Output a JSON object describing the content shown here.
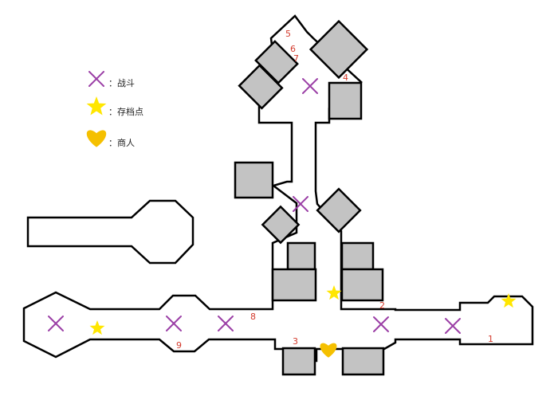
{
  "legend": {
    "battle": {
      "text": "：战斗",
      "icon": "cross-mark-icon",
      "color": "#9b3fa6"
    },
    "save": {
      "text": "：存档点",
      "icon": "star-icon",
      "color": "#ffe600"
    },
    "shop": {
      "text": "：商人",
      "icon": "heart-icon",
      "color": "#f5c000"
    }
  },
  "colors": {
    "wall": "#000000",
    "floor": "#ffffff",
    "obstacle": "#c3c3c3",
    "room_number": "#d33a2c"
  },
  "room_numbers": [
    "1",
    "2",
    "3",
    "4",
    "5",
    "6",
    "7",
    "8",
    "9"
  ]
}
